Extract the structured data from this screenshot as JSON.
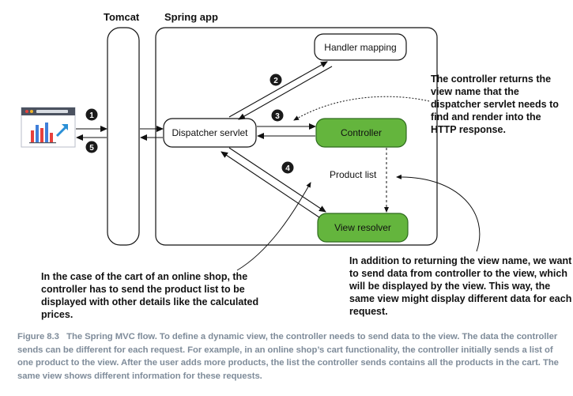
{
  "labels": {
    "tomcat": "Tomcat",
    "spring_app": "Spring app",
    "handler_mapping": "Handler mapping",
    "dispatcher_servlet": "Dispatcher servlet",
    "controller": "Controller",
    "view_resolver": "View resolver",
    "product_list": "Product list"
  },
  "steps": [
    "1",
    "2",
    "3",
    "4",
    "5"
  ],
  "notes": {
    "controller_returns": "The controller returns the view name that the dispatcher servlet needs to find and render into the HTTP response.",
    "cart_example": "In the case of the cart of an online shop, the controller has to send the product list to be displayed with other details like the calculated prices.",
    "send_data": "In addition to returning the view name, we want to send data from controller to the view, which will be displayed by the view. This way, the same view might display different data for each request."
  },
  "caption": {
    "label": "Figure 8.3",
    "text": "The Spring MVC flow. To define a dynamic view, the controller needs to send data to the view. The data the controller sends can be different for each request. For example, in an online shop’s cart functionality, the controller initially sends a list of one product to the view. After the user adds more products, the list the controller sends contains all the products in the cart. The same view shows different information for these requests."
  },
  "colors": {
    "green_box": "#64b53d",
    "green_border": "#2e6b1e",
    "badge": "#1a1a1a",
    "caption": "#7f8c9a",
    "browser_bars": [
      "#e8413c",
      "#3f7fd9",
      "#e8413c",
      "#3f7fd9",
      "#e8413c"
    ],
    "browser_arrow": "#2a8fd6"
  },
  "icons": {
    "browser": "browser-window-icon"
  }
}
